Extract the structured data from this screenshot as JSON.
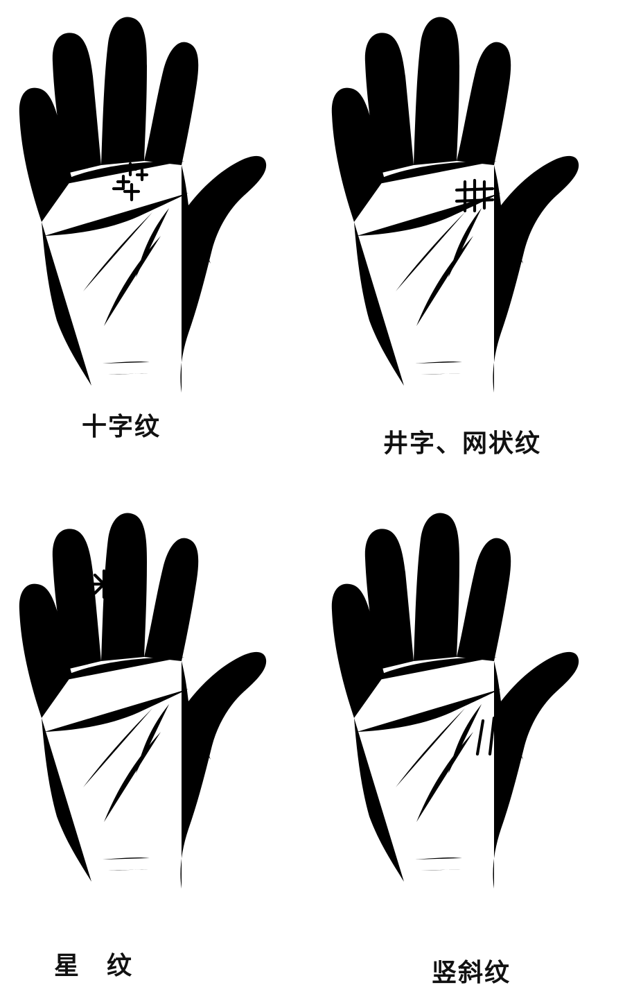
{
  "panels": [
    {
      "caption": "十字纹",
      "marking": "cross"
    },
    {
      "caption": "井字、网状纹",
      "marking": "grid"
    },
    {
      "caption": "星　纹",
      "marking": "star"
    },
    {
      "caption": "竖斜纹",
      "marking": "vertical-lines"
    }
  ],
  "colors": {
    "ink": "#111111",
    "paper": "#ffffff"
  }
}
